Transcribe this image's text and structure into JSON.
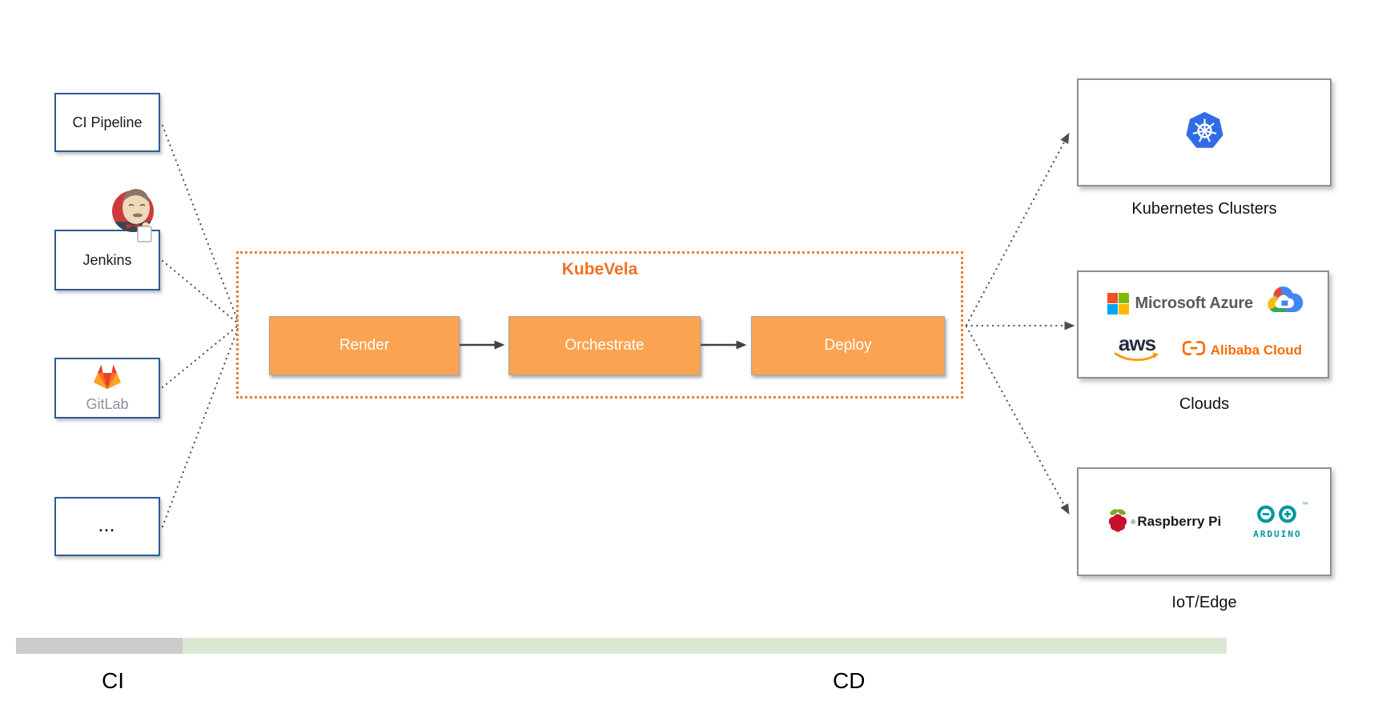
{
  "sources": [
    {
      "label": "CI Pipeline"
    },
    {
      "label": "Jenkins"
    },
    {
      "label": "GitLab"
    },
    {
      "label": "..."
    }
  ],
  "kubevela": {
    "title": "KubeVela",
    "steps": [
      {
        "label": "Render"
      },
      {
        "label": "Orchestrate"
      },
      {
        "label": "Deploy"
      }
    ]
  },
  "targets": [
    {
      "label": "Kubernetes Clusters"
    },
    {
      "label": "Clouds"
    },
    {
      "label": "IoT/Edge"
    }
  ],
  "logos": {
    "azure_text": "Microsoft Azure",
    "aws_text": "aws",
    "alibaba_text": "Alibaba Cloud",
    "raspberry_text": "Raspberry Pi",
    "raspberry_reg": "®",
    "arduino_text": "ARDUINO",
    "arduino_tm": "™"
  },
  "timeline": {
    "ci_label": "CI",
    "cd_label": "CD"
  },
  "colors": {
    "kubevela_border": "#ED7D31",
    "kubevela_title": "#ED7225",
    "step_fill": "#FBA351",
    "source_border": "#2E5B97",
    "target_border": "#8F8F8F",
    "connector": "#4D4D4D",
    "ci_bar": "#CBCBCB",
    "cd_bar": "#DBE8D3"
  }
}
